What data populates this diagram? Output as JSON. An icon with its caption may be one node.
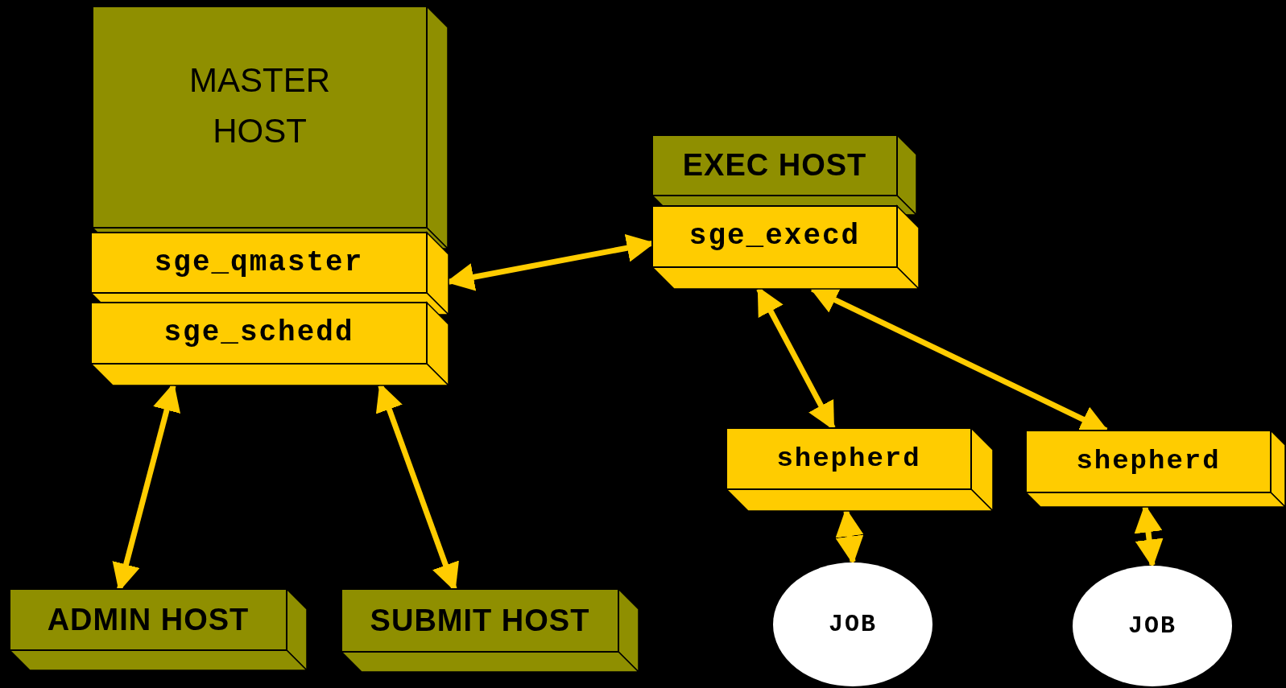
{
  "diagram": {
    "nodes": [
      {
        "text": [
          "MASTER HOST"
        ]
      },
      {
        "text": [
          "sge_qmaster"
        ]
      },
      {
        "text": [
          "sge_schedd"
        ]
      },
      {
        "text": [
          "EXEC HOST"
        ]
      },
      {
        "text": [
          "sge_execd"
        ]
      },
      {
        "text": [
          "ADMIN HOST"
        ]
      },
      {
        "text": [
          "SUBMIT HOST"
        ]
      },
      {
        "text": [
          "shepherd"
        ]
      },
      {
        "text": [
          "shepherd"
        ]
      },
      {
        "text": [
          "JOB"
        ]
      },
      {
        "text": [
          "JOB"
        ]
      }
    ],
    "edges": [
      {
        "from": 1,
        "to": 4,
        "arrow": "both"
      },
      {
        "from": 2,
        "to": 5,
        "arrow": "both"
      },
      {
        "from": 2,
        "to": 6,
        "arrow": "both"
      },
      {
        "from": 4,
        "to": 7,
        "arrow": "both"
      },
      {
        "from": 4,
        "to": 8,
        "arrow": "both"
      },
      {
        "from": 7,
        "to": 9,
        "arrow": "both"
      },
      {
        "from": 8,
        "to": 10,
        "arrow": "both"
      }
    ]
  }
}
